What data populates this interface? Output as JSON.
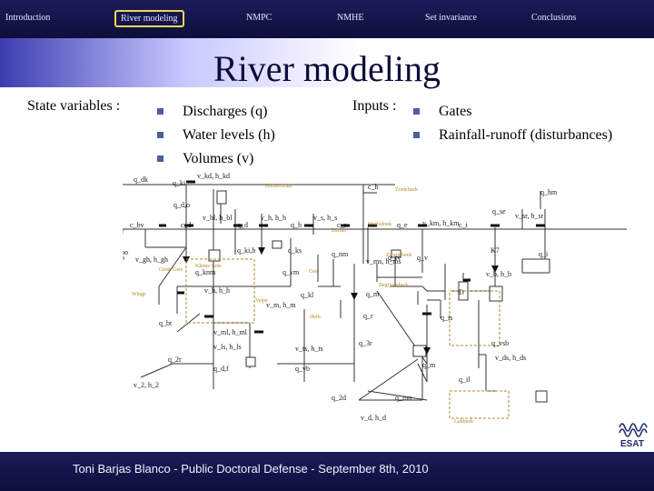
{
  "nav": {
    "items": [
      "Introduction",
      "River modeling",
      "NMPC",
      "NMHE",
      "Set invariance",
      "Conclusions"
    ]
  },
  "slide": {
    "title": "River modeling",
    "state_label": "State variables :",
    "state_items": [
      "Discharges (q)",
      "Water levels (h)",
      "Volumes (v)"
    ],
    "inputs_label": "Inputs :",
    "input_items": [
      "Gates",
      "Rainfall-runoff (disturbances)"
    ]
  },
  "diagram": {
    "labels": [
      "q_dk",
      "v_kd, h_kd",
      "q_ki",
      "c_kv",
      "q_bo",
      "c_bv",
      "q_d,o",
      "v_bl, h_bl",
      "c_d",
      "q_d",
      "v_h, h_h",
      "q_h",
      "v_s, h_s",
      "c_s",
      "c_h",
      "q_e",
      "q_se",
      "v_sr, h_sr",
      "q_hm",
      "v_km, h_km",
      "K7",
      "c_i",
      "q_i",
      "q_kb",
      "q_ki,h",
      "q_ks",
      "v_gh, h_gh",
      "q_knm",
      "v_h, h_h",
      "q_vm",
      "q_nm",
      "v_ms, h_ms",
      "q_tv",
      "q_v",
      "v_m, h_m",
      "q_kl",
      "q_m",
      "q_bt",
      "v_ml, h_ml",
      "v_ts, h_ts",
      "q_r",
      "v_ls, h_ls",
      "q_2r",
      "q_d,f",
      "q_vb",
      "q_2d",
      "q_3r",
      "v_d, h_d",
      "D",
      "v_b, h_b",
      "q_is",
      "v_ds, h_ds",
      "q_m",
      "q_vsb",
      "v_2, h_2",
      "q_mo",
      "q_il"
    ],
    "region_labels": [
      "Demerstraat",
      "Demer",
      "Velpe",
      "Gete",
      "Herk",
      "Kleine Gete",
      "Winge",
      "Wolfsdonk",
      "Zwartebeek",
      "Grote Gete",
      "Begijnenbeek",
      "Lubbeek",
      "Zoetebeek"
    ]
  },
  "footer": {
    "text": "Toni Barjas Blanco - Public Doctoral Defense - September 8th, 2010"
  },
  "logo": {
    "text": "ESAT"
  },
  "colors": {
    "nav_bg": "#14144a",
    "title_text": "#0d0d3c",
    "bullet": "#4b5f9e",
    "active_border": "#e8d85a"
  }
}
